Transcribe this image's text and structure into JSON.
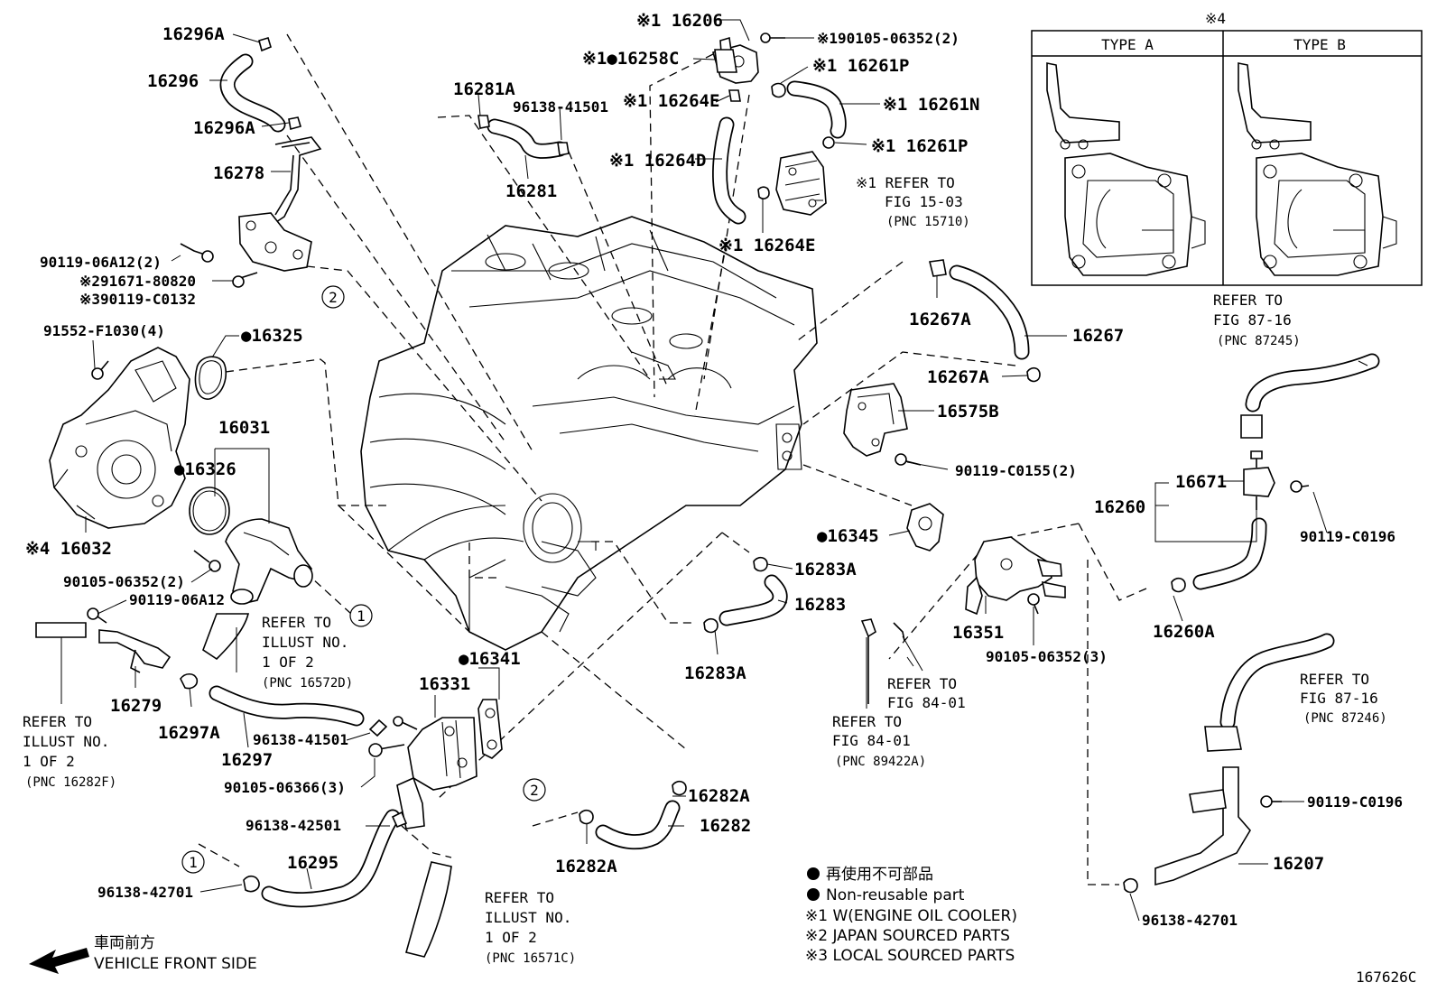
{
  "labels": {
    "l16296A_top": "16296A",
    "l16296": "16296",
    "l16296A_mid": "16296A",
    "l16278": "16278",
    "l90119_06A12_2": "90119-06A12(2)",
    "l291671": "※291671-80820",
    "l390119": "※390119-C0132",
    "l91552": "91552-F1030(4)",
    "l16325": "●16325",
    "l16031": "16031",
    "l16326": "●16326",
    "l16032": "※4 16032",
    "l90105_06352_2": "90105-06352(2)",
    "l90119_06A12": "90119-06A12",
    "l16279": "16279",
    "l16297A": "16297A",
    "l16297": "16297",
    "l96138_41501_a": "96138-41501",
    "l90105_06366": "90105-06366(3)",
    "l96138_42501": "96138-42501",
    "l16295": "16295",
    "l96138_42701_a": "96138-42701",
    "l16331": "16331",
    "l16341": "●16341",
    "l16206": "※1 16206",
    "l190105": "※190105-06352(2)",
    "l16258C": "※1●16258C",
    "l16261P_a": "※1 16261P",
    "l16281A": "16281A",
    "l96138_41501_b": "96138-41501",
    "l16264E_a": "※1 16264E",
    "l16261N": "※1 16261N",
    "l16281": "16281",
    "l16264D": "※1 16264D",
    "l16261P_b": "※1 16261P",
    "l16264E_b": "※1 16264E",
    "l16267A_a": "16267A",
    "l16267": "16267",
    "l16267A_b": "16267A",
    "l16575B": "16575B",
    "l90119_C0155": "90119-C0155(2)",
    "l16345": "●16345",
    "l16283A_a": "16283A",
    "l16283": "16283",
    "l16283A_b": "16283A",
    "l16351": "16351",
    "l90105_06352_3": "90105-06352(3)",
    "l16671": "16671",
    "l16260": "16260",
    "l90119_C0196_a": "90119-C0196",
    "l16260A": "16260A",
    "l90119_C0196_b": "90119-C0196",
    "l16207": "16207",
    "l96138_42701_b": "96138-42701",
    "l16282A_a": "16282A",
    "l16282": "16282",
    "l16282A_b": "16282A",
    "type_star": "※4",
    "type_a": "TYPE A",
    "type_b": "TYPE B",
    "code": "167626C"
  },
  "callouts": {
    "one": "1",
    "two": "2"
  },
  "refs": {
    "fig1503": [
      "※1 REFER TO",
      "FIG 15-03",
      "(PNC 15710)"
    ],
    "fig8716a": [
      "REFER TO",
      "FIG 87-16",
      "(PNC 87245)"
    ],
    "fig8716b": [
      "REFER TO",
      "FIG 87-16",
      "(PNC 87246)"
    ],
    "fig8401a": [
      "REFER TO",
      "FIG 84-01"
    ],
    "fig8401b": [
      "REFER TO",
      "FIG 84-01",
      "(PNC 89422A)"
    ],
    "ill16572D": [
      "REFER TO",
      "ILLUST NO.",
      "1 OF 2",
      "(PNC 16572D)"
    ],
    "ill16282F": [
      "REFER TO",
      "ILLUST NO.",
      "1 OF 2",
      "(PNC 16282F)"
    ],
    "ill16571C": [
      "REFER TO",
      "ILLUST NO.",
      "1 OF 2",
      "(PNC 16571C)"
    ]
  },
  "legend": {
    "line1": "再使用不可部品",
    "line2": "Non-reusable part",
    "line3": "※1 W(ENGINE OIL COOLER)",
    "line4": "※2 JAPAN SOURCED PARTS",
    "line5": "※3 LOCAL SOURCED PARTS"
  },
  "direction": {
    "jp": "車両前方",
    "en": "VEHICLE FRONT SIDE"
  }
}
